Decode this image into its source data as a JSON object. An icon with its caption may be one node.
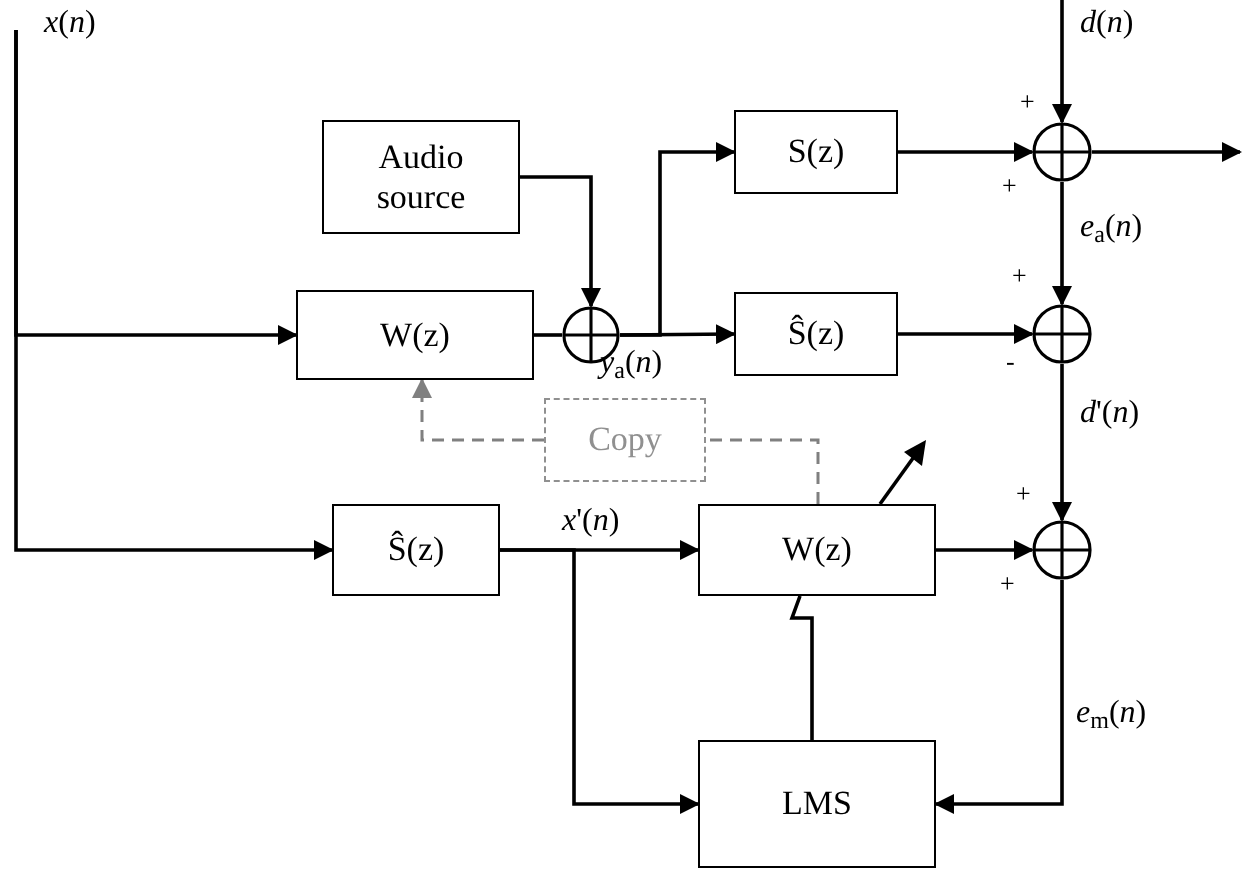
{
  "diagram": {
    "nodes": [
      {
        "text": [
          "Audio source"
        ]
      },
      {
        "text": [
          "S(z)"
        ]
      },
      {
        "text": [],
        "shape": "circle"
      },
      {
        "text": [
          "W(z)"
        ]
      },
      {
        "text": [],
        "shape": "circle"
      },
      {
        "text": [
          "Ŝ(z)"
        ]
      },
      {
        "text": [],
        "shape": "circle"
      },
      {
        "text": [
          "Copy"
        ]
      },
      {
        "text": [
          "Ŝ(z)"
        ]
      },
      {
        "text": [
          "W(z)"
        ]
      },
      {
        "text": [],
        "shape": "circle"
      },
      {
        "text": [
          "LMS"
        ]
      }
    ],
    "edges": [
      {
        "from": null,
        "to": 3,
        "arrow": "to"
      },
      {
        "from": null,
        "to": 8,
        "arrow": "to"
      },
      {
        "from": 0,
        "to": 4,
        "arrow": "to"
      },
      {
        "from": 3,
        "to": 4,
        "arrow": "none"
      },
      {
        "from": 4,
        "to": 1,
        "arrow": "to"
      },
      {
        "from": 4,
        "to": 5,
        "arrow": "to"
      },
      {
        "from": null,
        "to": 2,
        "arrow": "to"
      },
      {
        "from": 1,
        "to": 2,
        "arrow": "to"
      },
      {
        "from": 2,
        "to": null,
        "arrow": "to"
      },
      {
        "from": 2,
        "to": 6,
        "arrow": "to",
        "label": "*e*$_{a}$(*n*)"
      },
      {
        "from": 5,
        "to": 6,
        "arrow": "to"
      },
      {
        "from": 6,
        "to": 10,
        "arrow": "to",
        "label": "*d*'(*n*)"
      },
      {
        "from": 8,
        "to": 9,
        "arrow": "to"
      },
      {
        "from": 8,
        "to": 11,
        "arrow": "to"
      },
      {
        "from": 9,
        "to": 10,
        "arrow": "to"
      },
      {
        "from": 10,
        "to": 11,
        "arrow": "to",
        "label": "*e*$_{m}$(*n*)"
      },
      {
        "from": 11,
        "to": 9,
        "arrow": "none"
      },
      {
        "from": 9,
        "to": 7,
        "arrow": "none",
        "style": "dashed",
        "color": "#808080"
      },
      {
        "from": 7,
        "to": 3,
        "arrow": "to",
        "style": "dashed",
        "color": "#808080"
      }
    ],
    "labels": [
      "*x*(*n*)",
      "*d*(*n*)",
      "+",
      "+",
      "+",
      "*y*$_{a}$(*n*)",
      "-",
      "+",
      "*x*'(*n*)",
      "+"
    ]
  }
}
